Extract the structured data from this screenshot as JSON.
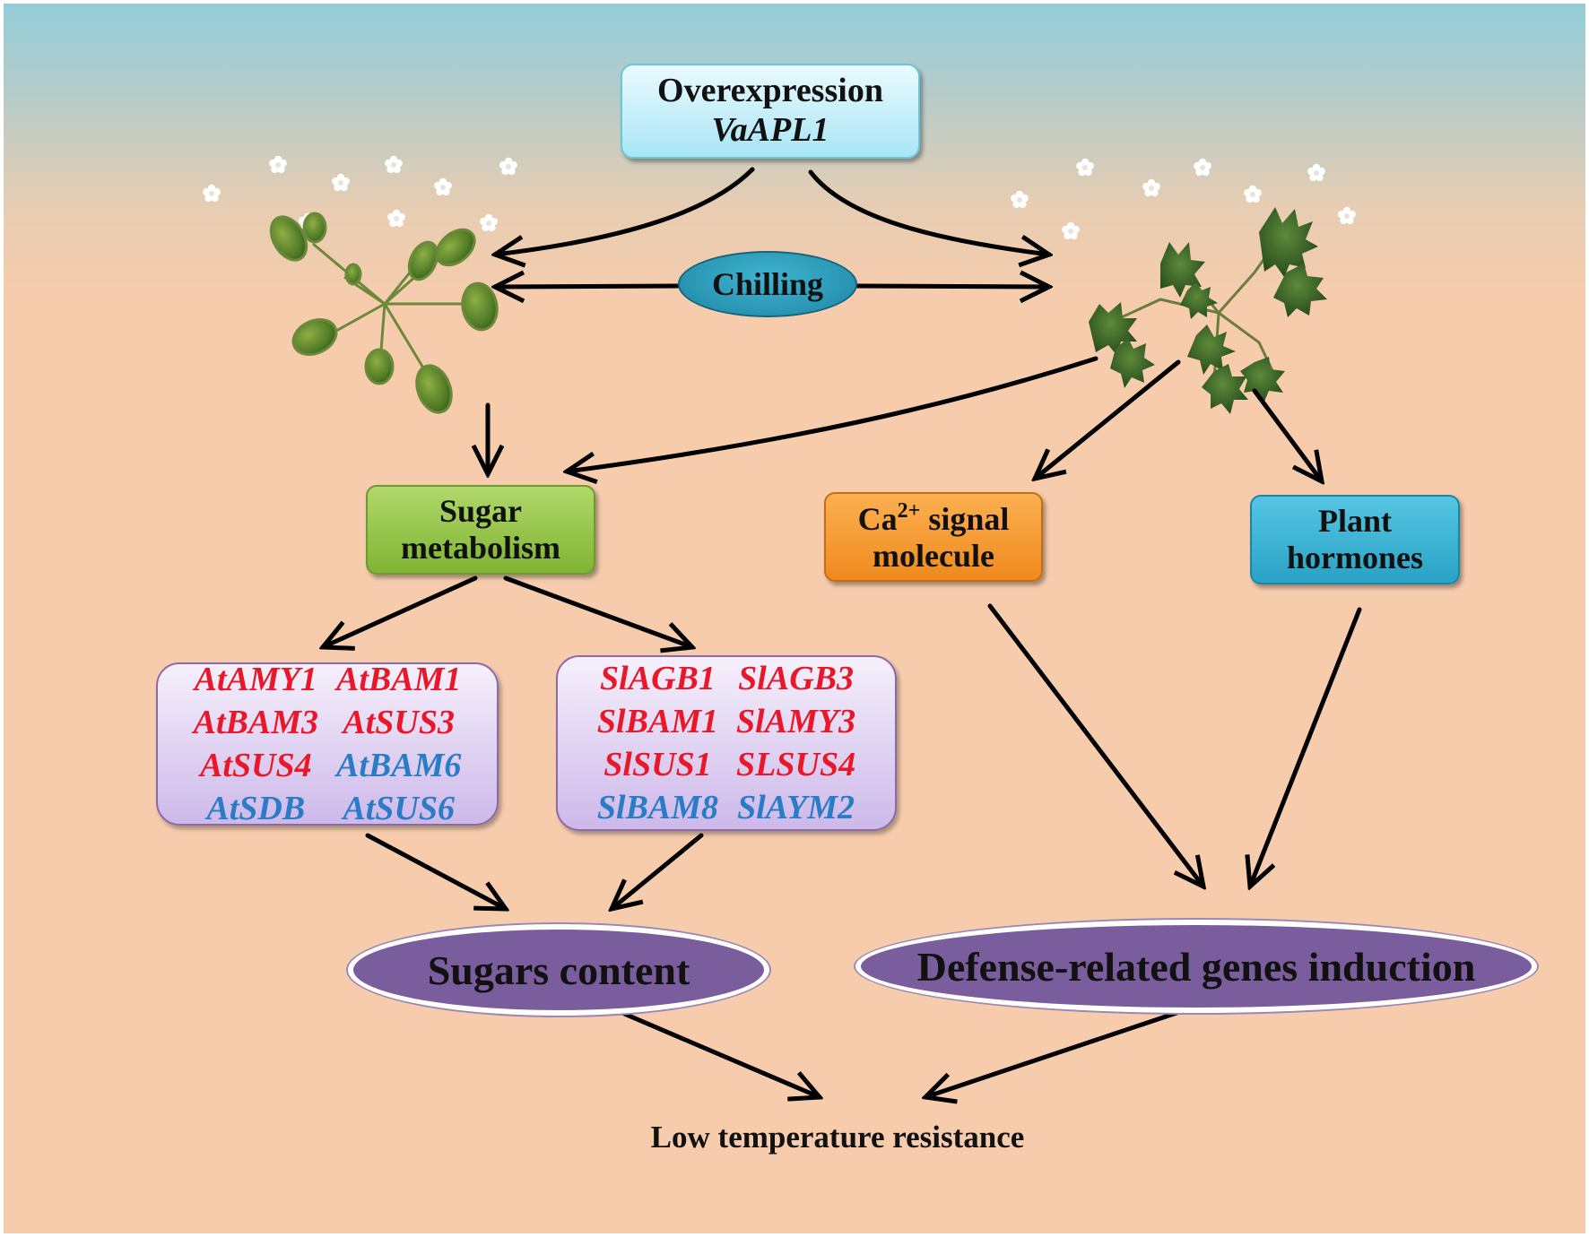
{
  "overexpression": {
    "line1": "Overexpression",
    "line2": "VaAPL1"
  },
  "chilling": "Chilling",
  "sugar_metabolism": {
    "line1": "Sugar",
    "line2": "metabolism"
  },
  "ca_signal": {
    "base": "Ca",
    "sup": "2+",
    "rest": " signal",
    "line2": "molecule"
  },
  "plant_hormones": {
    "line1": "Plant",
    "line2": "hormones"
  },
  "arabidopsis_genes": [
    {
      "name": "AtAMY1",
      "color": "#e8172a"
    },
    {
      "name": "AtBAM1",
      "color": "#e8172a"
    },
    {
      "name": "AtBAM3",
      "color": "#e8172a"
    },
    {
      "name": "AtSUS3",
      "color": "#e8172a"
    },
    {
      "name": "AtSUS4",
      "color": "#e8172a"
    },
    {
      "name": "AtBAM6",
      "color": "#2a7cc7"
    },
    {
      "name": "AtSDB",
      "color": "#2a7cc7"
    },
    {
      "name": "AtSUS6",
      "color": "#2a7cc7"
    }
  ],
  "tomato_genes": [
    {
      "name": "SlAGB1",
      "color": "#e8172a"
    },
    {
      "name": "SlAGB3",
      "color": "#e8172a"
    },
    {
      "name": "SlBAM1",
      "color": "#e8172a"
    },
    {
      "name": "SlAMY3",
      "color": "#e8172a"
    },
    {
      "name": "SlSUS1",
      "color": "#e8172a"
    },
    {
      "name": "SLSUS4",
      "color": "#e8172a"
    },
    {
      "name": "SlBAM8",
      "color": "#2a7cc7"
    },
    {
      "name": "SlAYM2",
      "color": "#2a7cc7"
    }
  ],
  "sugars_content": "Sugars content",
  "defense_genes": "Defense-related genes induction",
  "low_temperature": "Low temperature resistance",
  "colors": {
    "upregulated_gene": "#e8172a",
    "downregulated_gene": "#2a7cc7",
    "ellipse_fill": "#7a5d9c",
    "arrow": "#000000"
  }
}
